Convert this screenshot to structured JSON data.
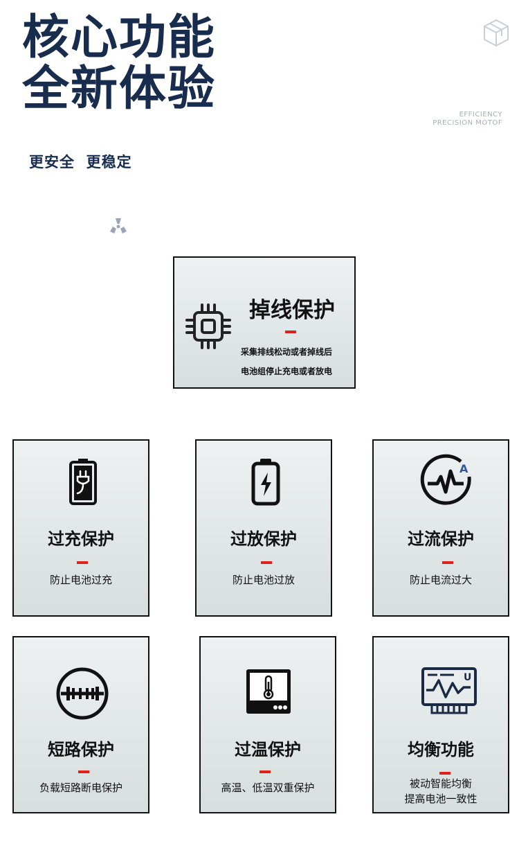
{
  "header": {
    "title_line1": "核心功能",
    "title_line2": "全新体验",
    "subtitle": "更安全  更稳定",
    "brand_line1": "EFFICIENCY",
    "brand_line2": "PRECISION MOTOF"
  },
  "feature": {
    "name": "掉线保护",
    "desc_line1": "采集排线松动或者掉线后",
    "desc_line2": "电池组停止充电或者放电",
    "icon": "chip-icon"
  },
  "cards": [
    {
      "name": "过充保护",
      "desc": "防止电池过充",
      "icon": "battery-plug-icon"
    },
    {
      "name": "过放保护",
      "desc": "防止电池过放",
      "icon": "battery-bolt-icon"
    },
    {
      "name": "过流保护",
      "desc": "防止电流过大",
      "icon": "current-meter-icon",
      "icon_label": "A"
    },
    {
      "name": "短路保护",
      "desc": "负载短路断电保护",
      "icon": "short-circuit-icon"
    },
    {
      "name": "过温保护",
      "desc": "高温、低温双重保护",
      "icon": "thermometer-icon"
    },
    {
      "name": "均衡功能",
      "desc_line1": "被动智能均衡",
      "desc_line2": "提高电池一致性",
      "icon": "monitor-wave-icon",
      "icon_label": "U"
    }
  ],
  "colors": {
    "title": "#182c4e",
    "accent": "#e0201b",
    "border": "#111111"
  }
}
